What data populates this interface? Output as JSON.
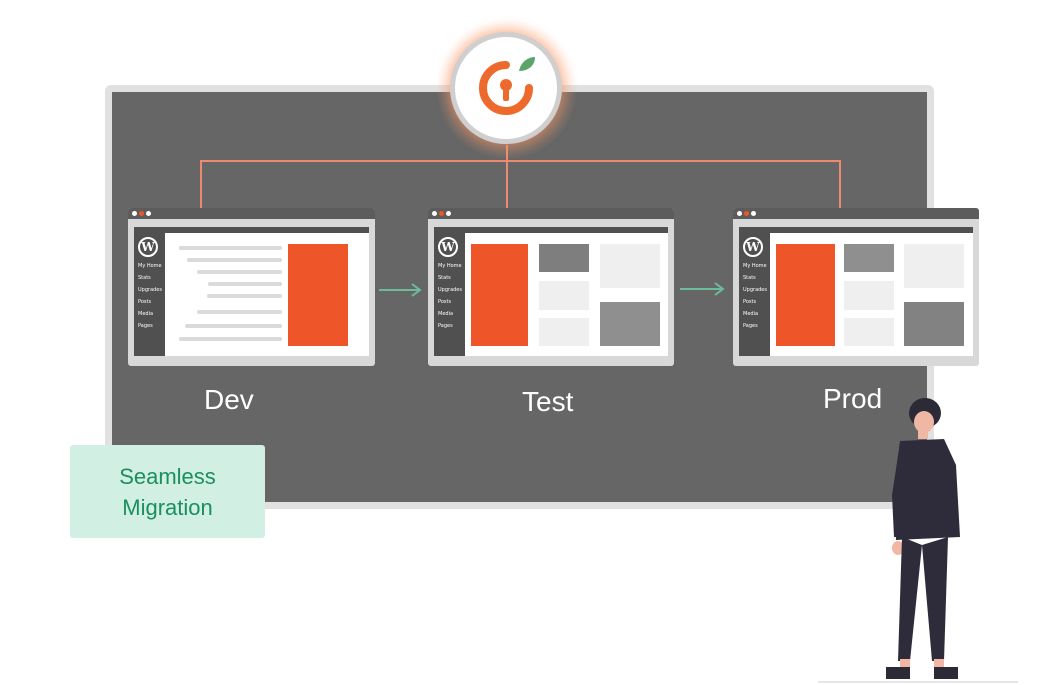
{
  "environments": [
    {
      "label": "Dev"
    },
    {
      "label": "Test"
    },
    {
      "label": "Prod"
    }
  ],
  "sidebar_menu": [
    "My Home",
    "Stats",
    "Upgrades",
    "Posts",
    "Media",
    "Pages"
  ],
  "wordpress_glyph": "W",
  "callout": {
    "text": "Seamless\nMigration"
  },
  "icons": {
    "hub": "keyhole-lock-logo-icon",
    "site": "wordpress-logo-icon",
    "flow": "arrow-right-icon"
  },
  "colors": {
    "accent_orange": "#ee5528",
    "connector": "#ee8a70",
    "board": "#666666",
    "arrow": "#6dbb9b",
    "callout_bg": "#d2efe4",
    "callout_text": "#1b8f5e",
    "leaf": "#5aa469"
  }
}
